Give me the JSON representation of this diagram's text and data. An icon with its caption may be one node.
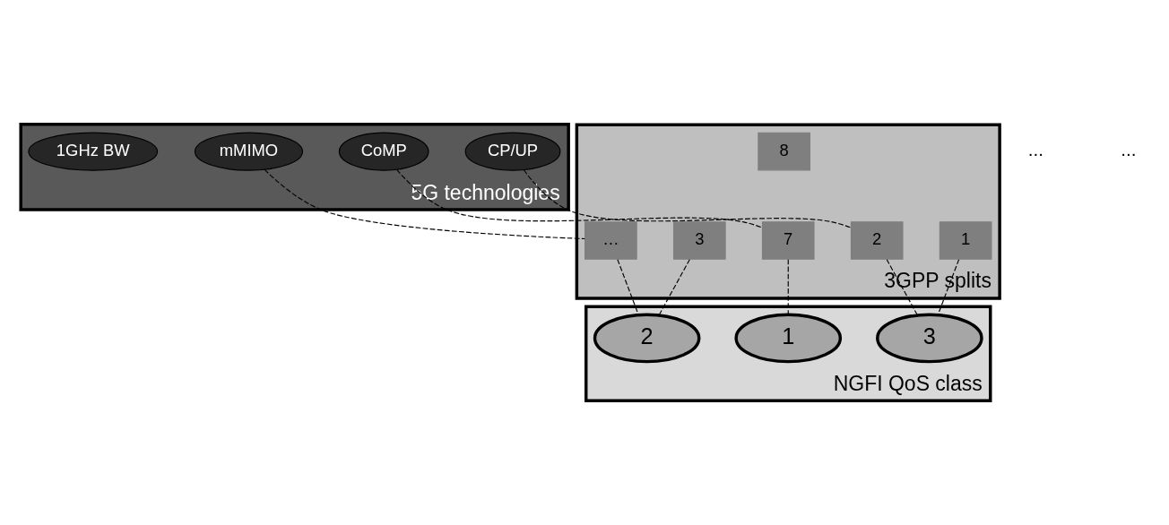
{
  "diagram": {
    "nodes": [
      {
        "text": [
          "5G technologies"
        ]
      },
      {
        "text": [
          "CP/UP"
        ],
        "in": 0
      },
      {
        "text": [
          "CoMP"
        ],
        "in": 0
      },
      {
        "text": [
          "mMIMO"
        ],
        "in": 0
      },
      {
        "text": [
          "1GHz BW"
        ],
        "in": 0
      },
      {
        "text": [
          "3GPP splits"
        ]
      },
      {
        "text": [
          "1"
        ],
        "in": 5
      },
      {
        "text": [
          "2"
        ],
        "in": 5
      },
      {
        "text": [
          "3"
        ],
        "in": 5
      },
      {
        "text": [
          "…"
        ],
        "in": 5
      },
      {
        "text": [
          "7"
        ],
        "in": 5
      },
      {
        "text": [
          "8"
        ],
        "in": 5
      },
      {
        "text": [
          "NGFI QoS class"
        ]
      },
      {
        "text": [
          "3"
        ],
        "in": 12
      },
      {
        "text": [
          "2"
        ],
        "in": 12
      },
      {
        "text": [
          "1"
        ],
        "in": 12
      }
    ],
    "edges": [
      {
        "from": 1,
        "to": 7,
        "arrow": "none",
        "style": "dashed"
      },
      {
        "from": 2,
        "to": 10,
        "arrow": "none",
        "style": "dashed"
      },
      {
        "from": 3,
        "to": 9,
        "arrow": "none",
        "style": "dashed"
      },
      {
        "from": 6,
        "to": 13,
        "arrow": "none",
        "style": "dashed"
      },
      {
        "from": 7,
        "to": 13,
        "arrow": "none",
        "style": "dashed"
      },
      {
        "from": 8,
        "to": 14,
        "arrow": "none",
        "style": "dashed"
      },
      {
        "from": 9,
        "to": 14,
        "arrow": "none",
        "style": "dashed"
      },
      {
        "from": 10,
        "to": 15,
        "arrow": "none",
        "style": "dashed"
      }
    ],
    "labels": [
      "...",
      "..."
    ]
  }
}
